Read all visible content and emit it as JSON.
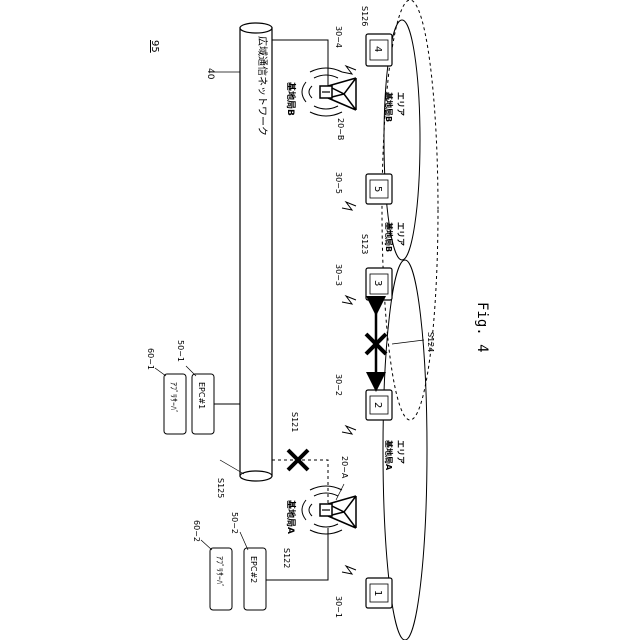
{
  "figure": {
    "number": "95",
    "caption": "Fig. 4"
  },
  "network": {
    "ref": "40",
    "label": "広域通信ネットワーク"
  },
  "epcs": [
    {
      "ref": "50−1",
      "label": "EPC#1"
    },
    {
      "ref": "50−2",
      "label": "EPC#2"
    }
  ],
  "app_servers": [
    {
      "ref": "60−1",
      "label": "ｱﾌﾟﾘｻｰﾊﾞ"
    },
    {
      "ref": "60−2",
      "label": "ｱﾌﾟﾘｻｰﾊﾞ"
    }
  ],
  "base_stations": [
    {
      "ref": "20−A",
      "label": "基地局A",
      "area_label": "基地局A\nエリア"
    },
    {
      "ref": "20−B",
      "label": "基地局B",
      "area_label": "基地局B\nエリア"
    }
  ],
  "area_label_mid": "基地局B\nエリア",
  "terminals": [
    {
      "ref": "30−1",
      "number": "1"
    },
    {
      "ref": "30−2",
      "number": "2"
    },
    {
      "ref": "30−3",
      "number": "3"
    },
    {
      "ref": "30−4",
      "number": "4"
    },
    {
      "ref": "30−5",
      "number": "5"
    }
  ],
  "steps": {
    "s121": "S121",
    "s122": "S122",
    "s123": "S123",
    "s124": "S124",
    "s125": "S125",
    "s126": "S126"
  }
}
